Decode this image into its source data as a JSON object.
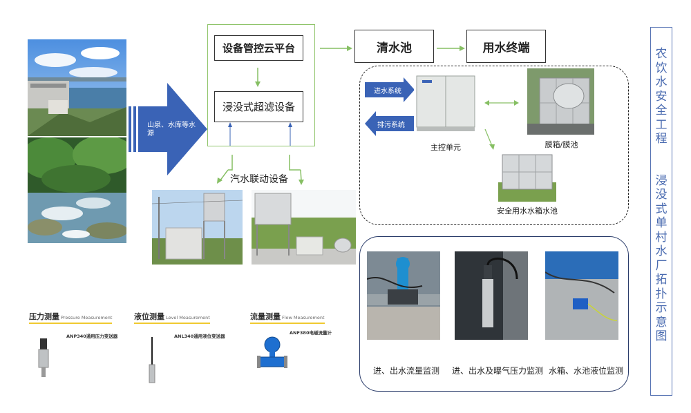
{
  "platform_label": "设备管控云平台",
  "filter_label": "浸没式超滤设备",
  "clear_pool_label": "清水池",
  "end_use_label": "用水终端",
  "source_arrow_label": "山泉、水库等水源",
  "linkage_label": "汽水联动设备",
  "inlet_label": "进水系统",
  "drain_label": "排污系统",
  "main_control_label": "主控单元",
  "membrane_tank_label": "膜箱/膜池",
  "safe_tank_label": "安全用水水箱水池",
  "monitors": [
    {
      "label": "进、出水流量监测"
    },
    {
      "label": "进、出水及曝气压力监测"
    },
    {
      "label": "水箱、水池液位监测"
    }
  ],
  "sensors": [
    {
      "title": "压力测量",
      "en": "Pressure Measurement",
      "product": "ANP340通用压力变送器"
    },
    {
      "title": "液位测量",
      "en": "Level Measurement",
      "product": "ANL340通用液位变送器"
    },
    {
      "title": "流量测量",
      "en": "Flow Measurement",
      "product": "ANF380电磁流量计"
    }
  ],
  "vertical_title_1": "农饮水安全工程",
  "vertical_title_2": "浸没式单村水厂拓扑示意图",
  "colors": {
    "arrow_blue": "#3a63b6",
    "arrow_green": "#86bf63",
    "frame_green": "#8fc46a",
    "title_blue": "#4a6bb0"
  }
}
